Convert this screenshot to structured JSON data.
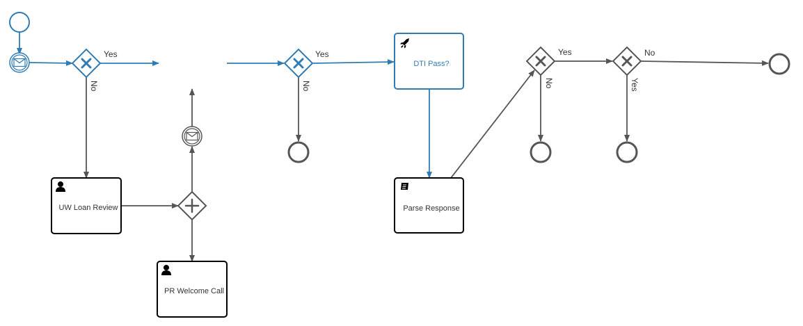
{
  "colors": {
    "accent": "#2f7bb4",
    "neutral": "#555555",
    "text": "#333333",
    "task_border": "#000000"
  },
  "tasks": {
    "uw_loan_review": {
      "label": "UW Loan Review",
      "icon": "user-icon"
    },
    "pr_welcome_call": {
      "label": "PR Welcome Call",
      "icon": "user-icon"
    },
    "dti_pass": {
      "label": "DTI Pass?",
      "icon": "rocket-icon"
    },
    "parse_response": {
      "label": "Parse Response",
      "icon": "script-icon"
    }
  },
  "flow_labels": {
    "g1_yes": "Yes",
    "g1_no": "No",
    "g2_yes": "Yes",
    "g2_no": "No",
    "g3_yes": "Yes",
    "g3_no": "No",
    "g4_no": "No",
    "g4_yes": "Yes"
  }
}
